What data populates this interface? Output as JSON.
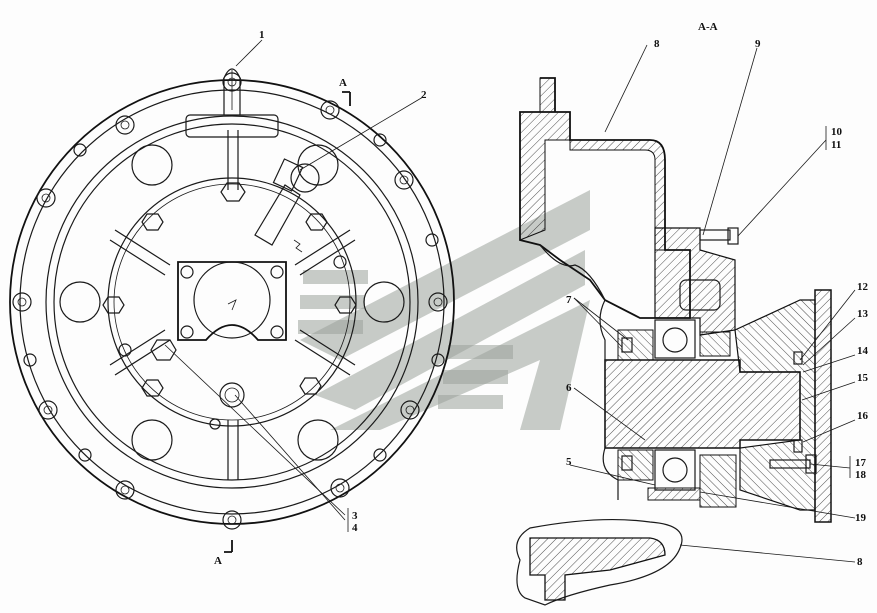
{
  "section_title": "A-A",
  "section_marks": [
    "A",
    "A"
  ],
  "callouts": [
    "1",
    "2",
    "3",
    "4",
    "5",
    "6",
    "7",
    "8",
    "8",
    "9",
    "10",
    "11",
    "12",
    "13",
    "14",
    "15",
    "16",
    "17",
    "18",
    "19"
  ],
  "watermark_icon": "company-logo-watermark"
}
